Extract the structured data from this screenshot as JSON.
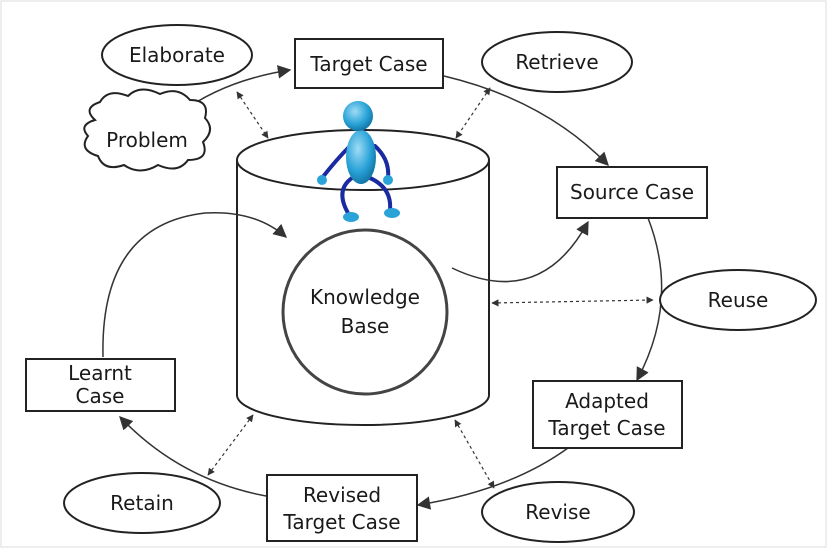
{
  "diagram": {
    "colors": {
      "figure_body": "#2aa3d8",
      "figure_limbs": "#1a2aa0",
      "stroke": "#222222",
      "background": "#ffffff"
    },
    "ellipses": {
      "elaborate": "Elaborate",
      "retrieve": "Retrieve",
      "reuse": "Reuse",
      "revise": "Revise",
      "retain": "Retain"
    },
    "cloud": {
      "problem": "Problem"
    },
    "boxes": {
      "target_case": "Target Case",
      "source_case": "Source Case",
      "adapted": [
        "Adapted",
        "Target Case"
      ],
      "revised": [
        "Revised",
        "Target Case"
      ],
      "learnt": [
        "Learnt",
        "Case"
      ]
    },
    "knowledge_base": [
      "Knowledge",
      "Base"
    ]
  }
}
